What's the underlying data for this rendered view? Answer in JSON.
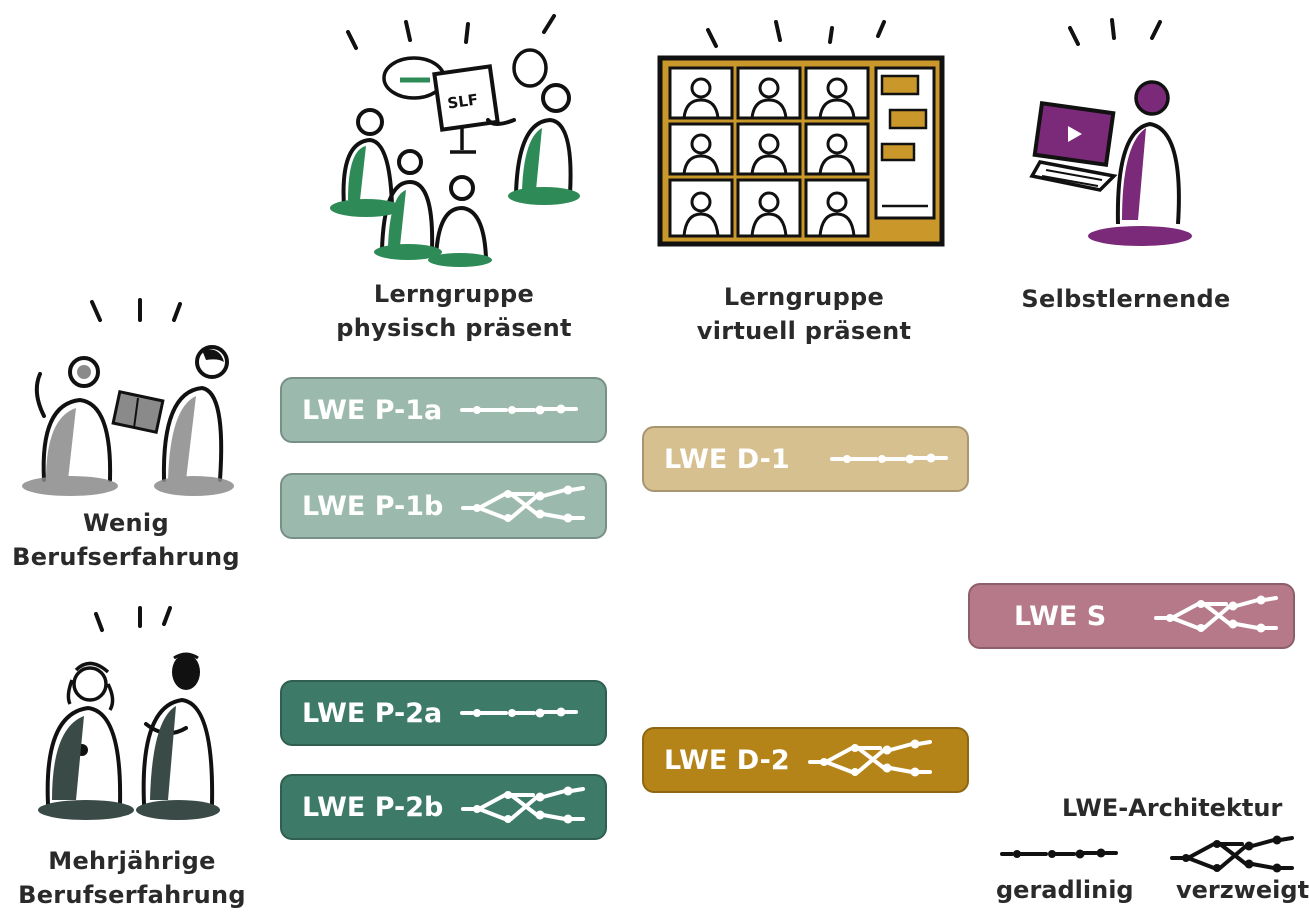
{
  "columns": [
    {
      "line1": "Lerngruppe",
      "line2": "physisch präsent"
    },
    {
      "line1": "Lerngruppe",
      "line2": "virtuell präsent"
    },
    {
      "line1": "Selbstlernende",
      "line2": ""
    }
  ],
  "rows": [
    {
      "line1": "Wenig",
      "line2": "Berufserfahrung"
    },
    {
      "line1": "Mehrjährige",
      "line2": "Berufserfahrung"
    }
  ],
  "boxes": [
    {
      "label": "LWE P-1a",
      "architecture": "geradlinig",
      "color": "#9cb9ae"
    },
    {
      "label": "LWE P-1b",
      "architecture": "verzweigt",
      "color": "#9cb9ae"
    },
    {
      "label": "LWE D-1",
      "architecture": "geradlinig",
      "color": "#d7c090"
    },
    {
      "label": "LWE S",
      "architecture": "verzweigt",
      "color": "#b5798a"
    },
    {
      "label": "LWE P-2a",
      "architecture": "geradlinig",
      "color": "#3d7a68"
    },
    {
      "label": "LWE P-2b",
      "architecture": "verzweigt",
      "color": "#3d7a68"
    },
    {
      "label": "LWE D-2",
      "architecture": "verzweigt",
      "color": "#b58419"
    }
  ],
  "legend": {
    "title": "LWE-Architektur",
    "linear": "geradlinig",
    "branched": "verzweigt"
  },
  "illustration_colors": {
    "physical_group": "#2e8b57",
    "virtual_group": "#a87a16",
    "self_learner": "#7b2a7a",
    "novice": "#8a8a8a",
    "experienced": "#3a4a46"
  }
}
